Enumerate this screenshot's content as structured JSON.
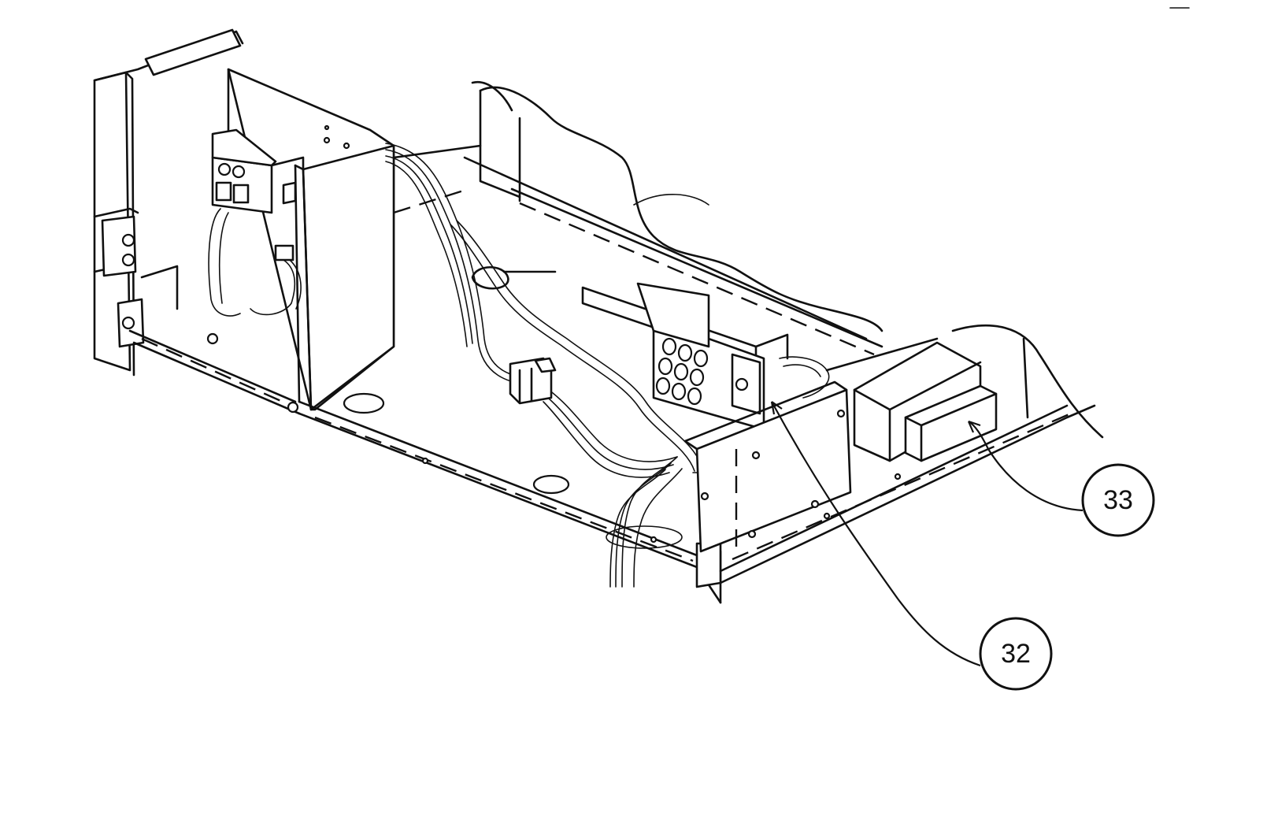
{
  "callouts": [
    {
      "id": "part-33",
      "label": "33"
    },
    {
      "id": "part-32",
      "label": "32"
    }
  ]
}
